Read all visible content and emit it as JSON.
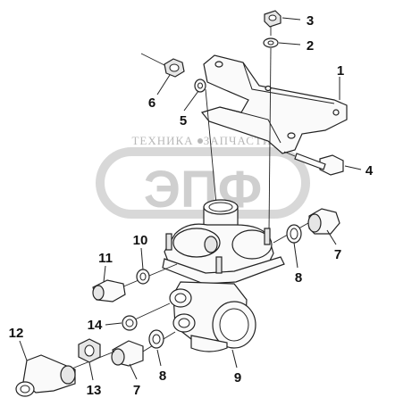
{
  "watermark": {
    "brand_text": "ЭПФ",
    "left_text": "ТЕХНИКА",
    "right_text": "ЗАПЧАСТИ"
  },
  "callouts": [
    "1",
    "2",
    "3",
    "4",
    "5",
    "6",
    "7",
    "7",
    "8",
    "8",
    "9",
    "10",
    "11",
    "12",
    "13",
    "14"
  ],
  "labels": {
    "c1": "1",
    "c2": "2",
    "c3": "3",
    "c4": "4",
    "c5": "5",
    "c6": "6",
    "c7a": "7",
    "c7b": "7",
    "c8a": "8",
    "c8b": "8",
    "c9": "9",
    "c10": "10",
    "c11": "11",
    "c12": "12",
    "c13": "13",
    "c14": "14"
  },
  "colors": {
    "line": "#222222",
    "watermark": "#cfcfcf",
    "label": "#111111"
  }
}
